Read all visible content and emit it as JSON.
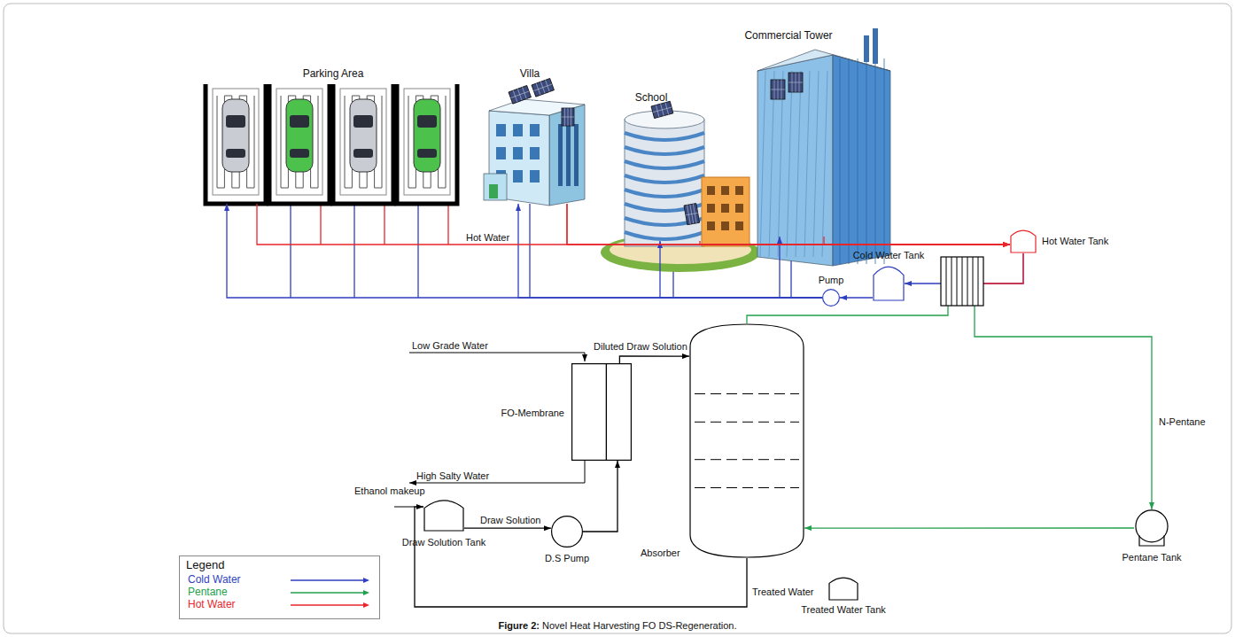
{
  "diagram": {
    "caption": "Figure 2: Novel Heat Harvesting FO DS-Regeneration.",
    "nodes": [
      {
        "text": [
          "Parking Area"
        ]
      },
      {
        "text": [
          "Villa"
        ]
      },
      {
        "text": [
          "School"
        ]
      },
      {
        "text": [
          "Commercial Tower"
        ]
      },
      {
        "text": [
          "Hot Water Tank"
        ]
      },
      {
        "text": [
          "Cold Water Tank"
        ]
      },
      {
        "text": [
          "Pump"
        ]
      },
      {
        "text": [
          "FO-Membrane"
        ]
      },
      {
        "text": [
          "Absorber"
        ]
      },
      {
        "text": [
          "Draw Solution Tank"
        ]
      },
      {
        "text": [
          "D.S Pump"
        ]
      },
      {
        "text": [
          "Pentane Tank"
        ]
      },
      {
        "text": [
          "Treated Water Tank"
        ]
      }
    ],
    "edges": [
      {
        "from": 9,
        "to": 10,
        "label": "Draw Solution",
        "arrow": "to"
      },
      {
        "from": 10,
        "to": 7,
        "arrow": "to"
      },
      {
        "from": 7,
        "to": 8,
        "label": "Diluted Draw Solution",
        "arrow": "to"
      },
      {
        "from": 8,
        "to": 9,
        "arrow": "to"
      },
      {
        "from": 4,
        "to": 5,
        "arrow": "to"
      },
      {
        "from": 5,
        "to": 6,
        "arrow": "to"
      },
      {
        "from": 6,
        "to": 0,
        "arrow": "to"
      },
      {
        "from": 6,
        "to": 1,
        "arrow": "to"
      },
      {
        "from": 6,
        "to": 2,
        "arrow": "to"
      },
      {
        "from": 6,
        "to": 3,
        "arrow": "to"
      },
      {
        "from": 0,
        "to": 4,
        "arrow": "to"
      },
      {
        "from": 1,
        "to": 4,
        "arrow": "to"
      },
      {
        "from": 2,
        "to": 4,
        "arrow": "to"
      },
      {
        "from": 3,
        "to": 4,
        "arrow": "to"
      },
      {
        "from": 8,
        "to": 11,
        "label": "N-Pentane",
        "arrow": "to"
      },
      {
        "from": 11,
        "to": 8,
        "arrow": "to"
      }
    ],
    "labels": [
      "Hot Water",
      "Low Grade Water",
      "High Salty Water",
      "Ethanol makeup",
      "Treated Water",
      "Legend"
    ],
    "legend": [
      {
        "text": "Cold Water",
        "color": "#2f3fbf"
      },
      {
        "text": "Pentane",
        "color": "#22a04b"
      },
      {
        "text": "Hot Water",
        "color": "#e8262b"
      }
    ]
  }
}
